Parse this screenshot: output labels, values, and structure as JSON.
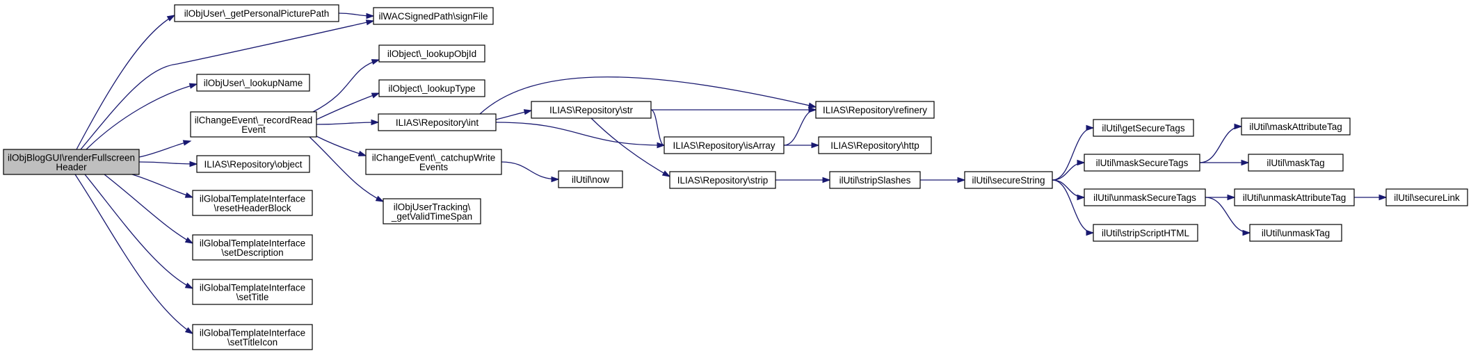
{
  "nodes": {
    "root": [
      "ilObjBlogGUI\\renderFullscreen",
      "Header"
    ],
    "getPersonalPicturePath": [
      "ilObjUser\\_getPersonalPicturePath"
    ],
    "signFile": [
      "ilWACSignedPath\\signFile"
    ],
    "lookupName": [
      "ilObjUser\\_lookupName"
    ],
    "recordReadEvent": [
      "ilChangeEvent\\_recordRead",
      "Event"
    ],
    "repoObject": [
      "ILIAS\\Repository\\object"
    ],
    "resetHeaderBlock": [
      "ilGlobalTemplateInterface",
      "\\resetHeaderBlock"
    ],
    "setDescription": [
      "ilGlobalTemplateInterface",
      "\\setDescription"
    ],
    "setTitle": [
      "ilGlobalTemplateInterface",
      "\\setTitle"
    ],
    "setTitleIcon": [
      "ilGlobalTemplateInterface",
      "\\setTitleIcon"
    ],
    "lookupObjId": [
      "ilObject\\_lookupObjId"
    ],
    "lookupType": [
      "ilObject\\_lookupType"
    ],
    "repoInt": [
      "ILIAS\\Repository\\int"
    ],
    "catchupWriteEvents": [
      "ilChangeEvent\\_catchupWrite",
      "Events"
    ],
    "getValidTimeSpan": [
      "ilObjUserTracking\\",
      "_getValidTimeSpan"
    ],
    "repoStr": [
      "ILIAS\\Repository\\str"
    ],
    "repoRefinery": [
      "ILIAS\\Repository\\refinery"
    ],
    "repoIsArray": [
      "ILIAS\\Repository\\isArray"
    ],
    "repoHttp": [
      "ILIAS\\Repository\\http"
    ],
    "repoStrip": [
      "ILIAS\\Repository\\strip"
    ],
    "utilNow": [
      "ilUtil\\now"
    ],
    "stripSlashes": [
      "ilUtil\\stripSlashes"
    ],
    "secureString": [
      "ilUtil\\secureString"
    ],
    "getSecureTags": [
      "ilUtil\\getSecureTags"
    ],
    "maskSecureTags": [
      "ilUtil\\maskSecureTags"
    ],
    "unmaskSecureTags": [
      "ilUtil\\unmaskSecureTags"
    ],
    "stripScriptHTML": [
      "ilUtil\\stripScriptHTML"
    ],
    "maskAttributeTag": [
      "ilUtil\\maskAttributeTag"
    ],
    "maskTag": [
      "ilUtil\\maskTag"
    ],
    "unmaskAttributeTag": [
      "ilUtil\\unmaskAttributeTag"
    ],
    "unmaskTag": [
      "ilUtil\\unmaskTag"
    ],
    "secureLink": [
      "ilUtil\\secureLink"
    ]
  },
  "edges": [
    [
      "root",
      "getPersonalPicturePath"
    ],
    [
      "root",
      "signFile"
    ],
    [
      "root",
      "lookupName"
    ],
    [
      "root",
      "recordReadEvent"
    ],
    [
      "root",
      "repoObject"
    ],
    [
      "root",
      "resetHeaderBlock"
    ],
    [
      "root",
      "setDescription"
    ],
    [
      "root",
      "setTitle"
    ],
    [
      "root",
      "setTitleIcon"
    ],
    [
      "getPersonalPicturePath",
      "signFile"
    ],
    [
      "recordReadEvent",
      "lookupObjId"
    ],
    [
      "recordReadEvent",
      "lookupType"
    ],
    [
      "recordReadEvent",
      "repoInt"
    ],
    [
      "recordReadEvent",
      "catchupWriteEvents"
    ],
    [
      "recordReadEvent",
      "getValidTimeSpan"
    ],
    [
      "repoInt",
      "repoStr"
    ],
    [
      "repoInt",
      "repoRefinery"
    ],
    [
      "repoInt",
      "repoIsArray"
    ],
    [
      "repoStr",
      "repoRefinery"
    ],
    [
      "repoStr",
      "repoIsArray"
    ],
    [
      "repoStr",
      "repoStrip"
    ],
    [
      "repoIsArray",
      "repoRefinery"
    ],
    [
      "repoIsArray",
      "repoHttp"
    ],
    [
      "catchupWriteEvents",
      "utilNow"
    ],
    [
      "repoStrip",
      "stripSlashes"
    ],
    [
      "stripSlashes",
      "secureString"
    ],
    [
      "secureString",
      "getSecureTags"
    ],
    [
      "secureString",
      "maskSecureTags"
    ],
    [
      "secureString",
      "unmaskSecureTags"
    ],
    [
      "secureString",
      "stripScriptHTML"
    ],
    [
      "maskSecureTags",
      "maskAttributeTag"
    ],
    [
      "maskSecureTags",
      "maskTag"
    ],
    [
      "unmaskSecureTags",
      "unmaskAttributeTag"
    ],
    [
      "unmaskSecureTags",
      "unmaskTag"
    ],
    [
      "unmaskAttributeTag",
      "secureLink"
    ]
  ]
}
